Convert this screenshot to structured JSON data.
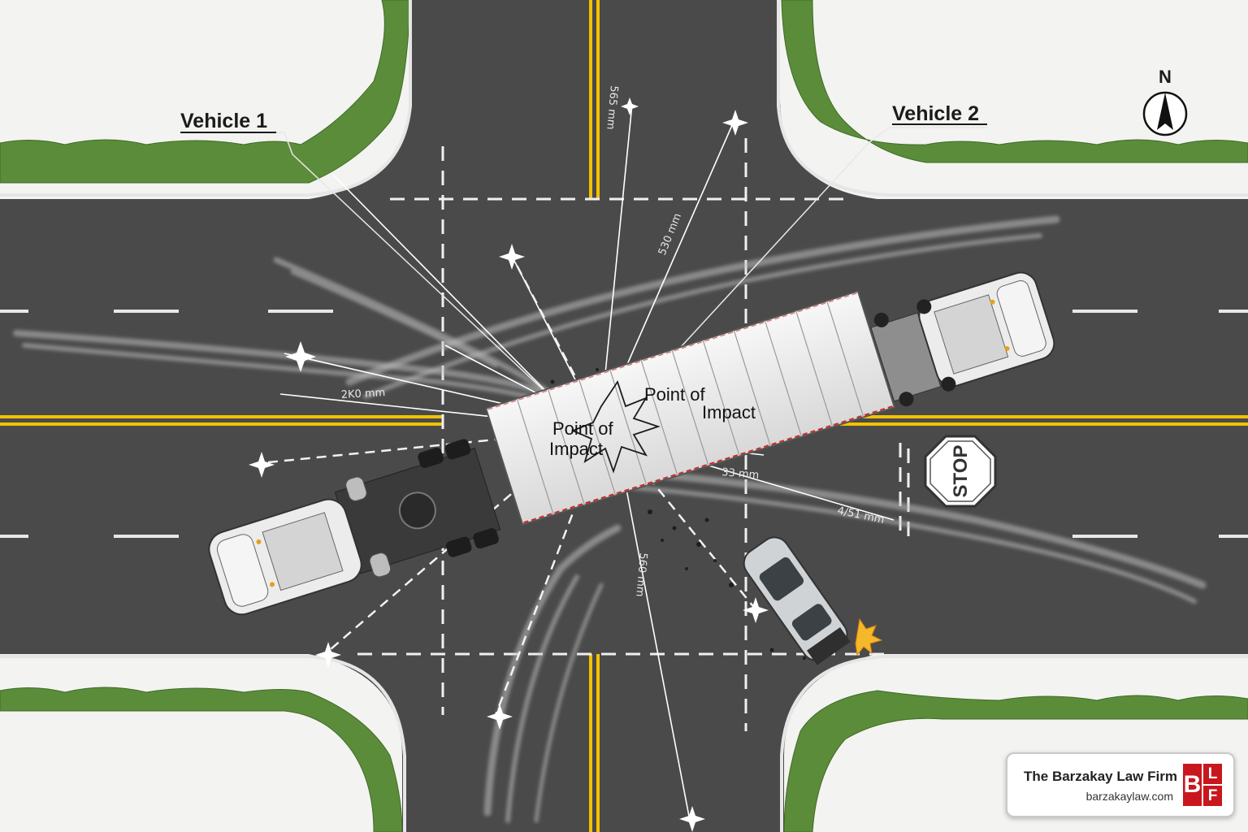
{
  "labels": {
    "vehicle1": "Vehicle 1",
    "vehicle2": "Vehicle 2",
    "north": "N",
    "stop": "STOP",
    "poi_primary_line1": "Point of",
    "poi_primary_line2": "Impact",
    "poi_secondary_line1": "Point of",
    "poi_secondary_line2": "Impact"
  },
  "measurements": {
    "m1": "2K0 mm",
    "m2": "530 mm",
    "m3": "565 mm",
    "m4": "33 mm",
    "m5": "4/51 mm",
    "m6": "560 mm"
  },
  "branding": {
    "firm_name": "The Barzakay Law Firm",
    "website": "barzakaylaw.com",
    "logo_letters": [
      "B",
      "L",
      "F"
    ]
  },
  "colors": {
    "asphalt": "#4a4a4a",
    "center_line": "#f2c200",
    "grass": "#5a8a3a",
    "brand_red": "#c8171e"
  }
}
